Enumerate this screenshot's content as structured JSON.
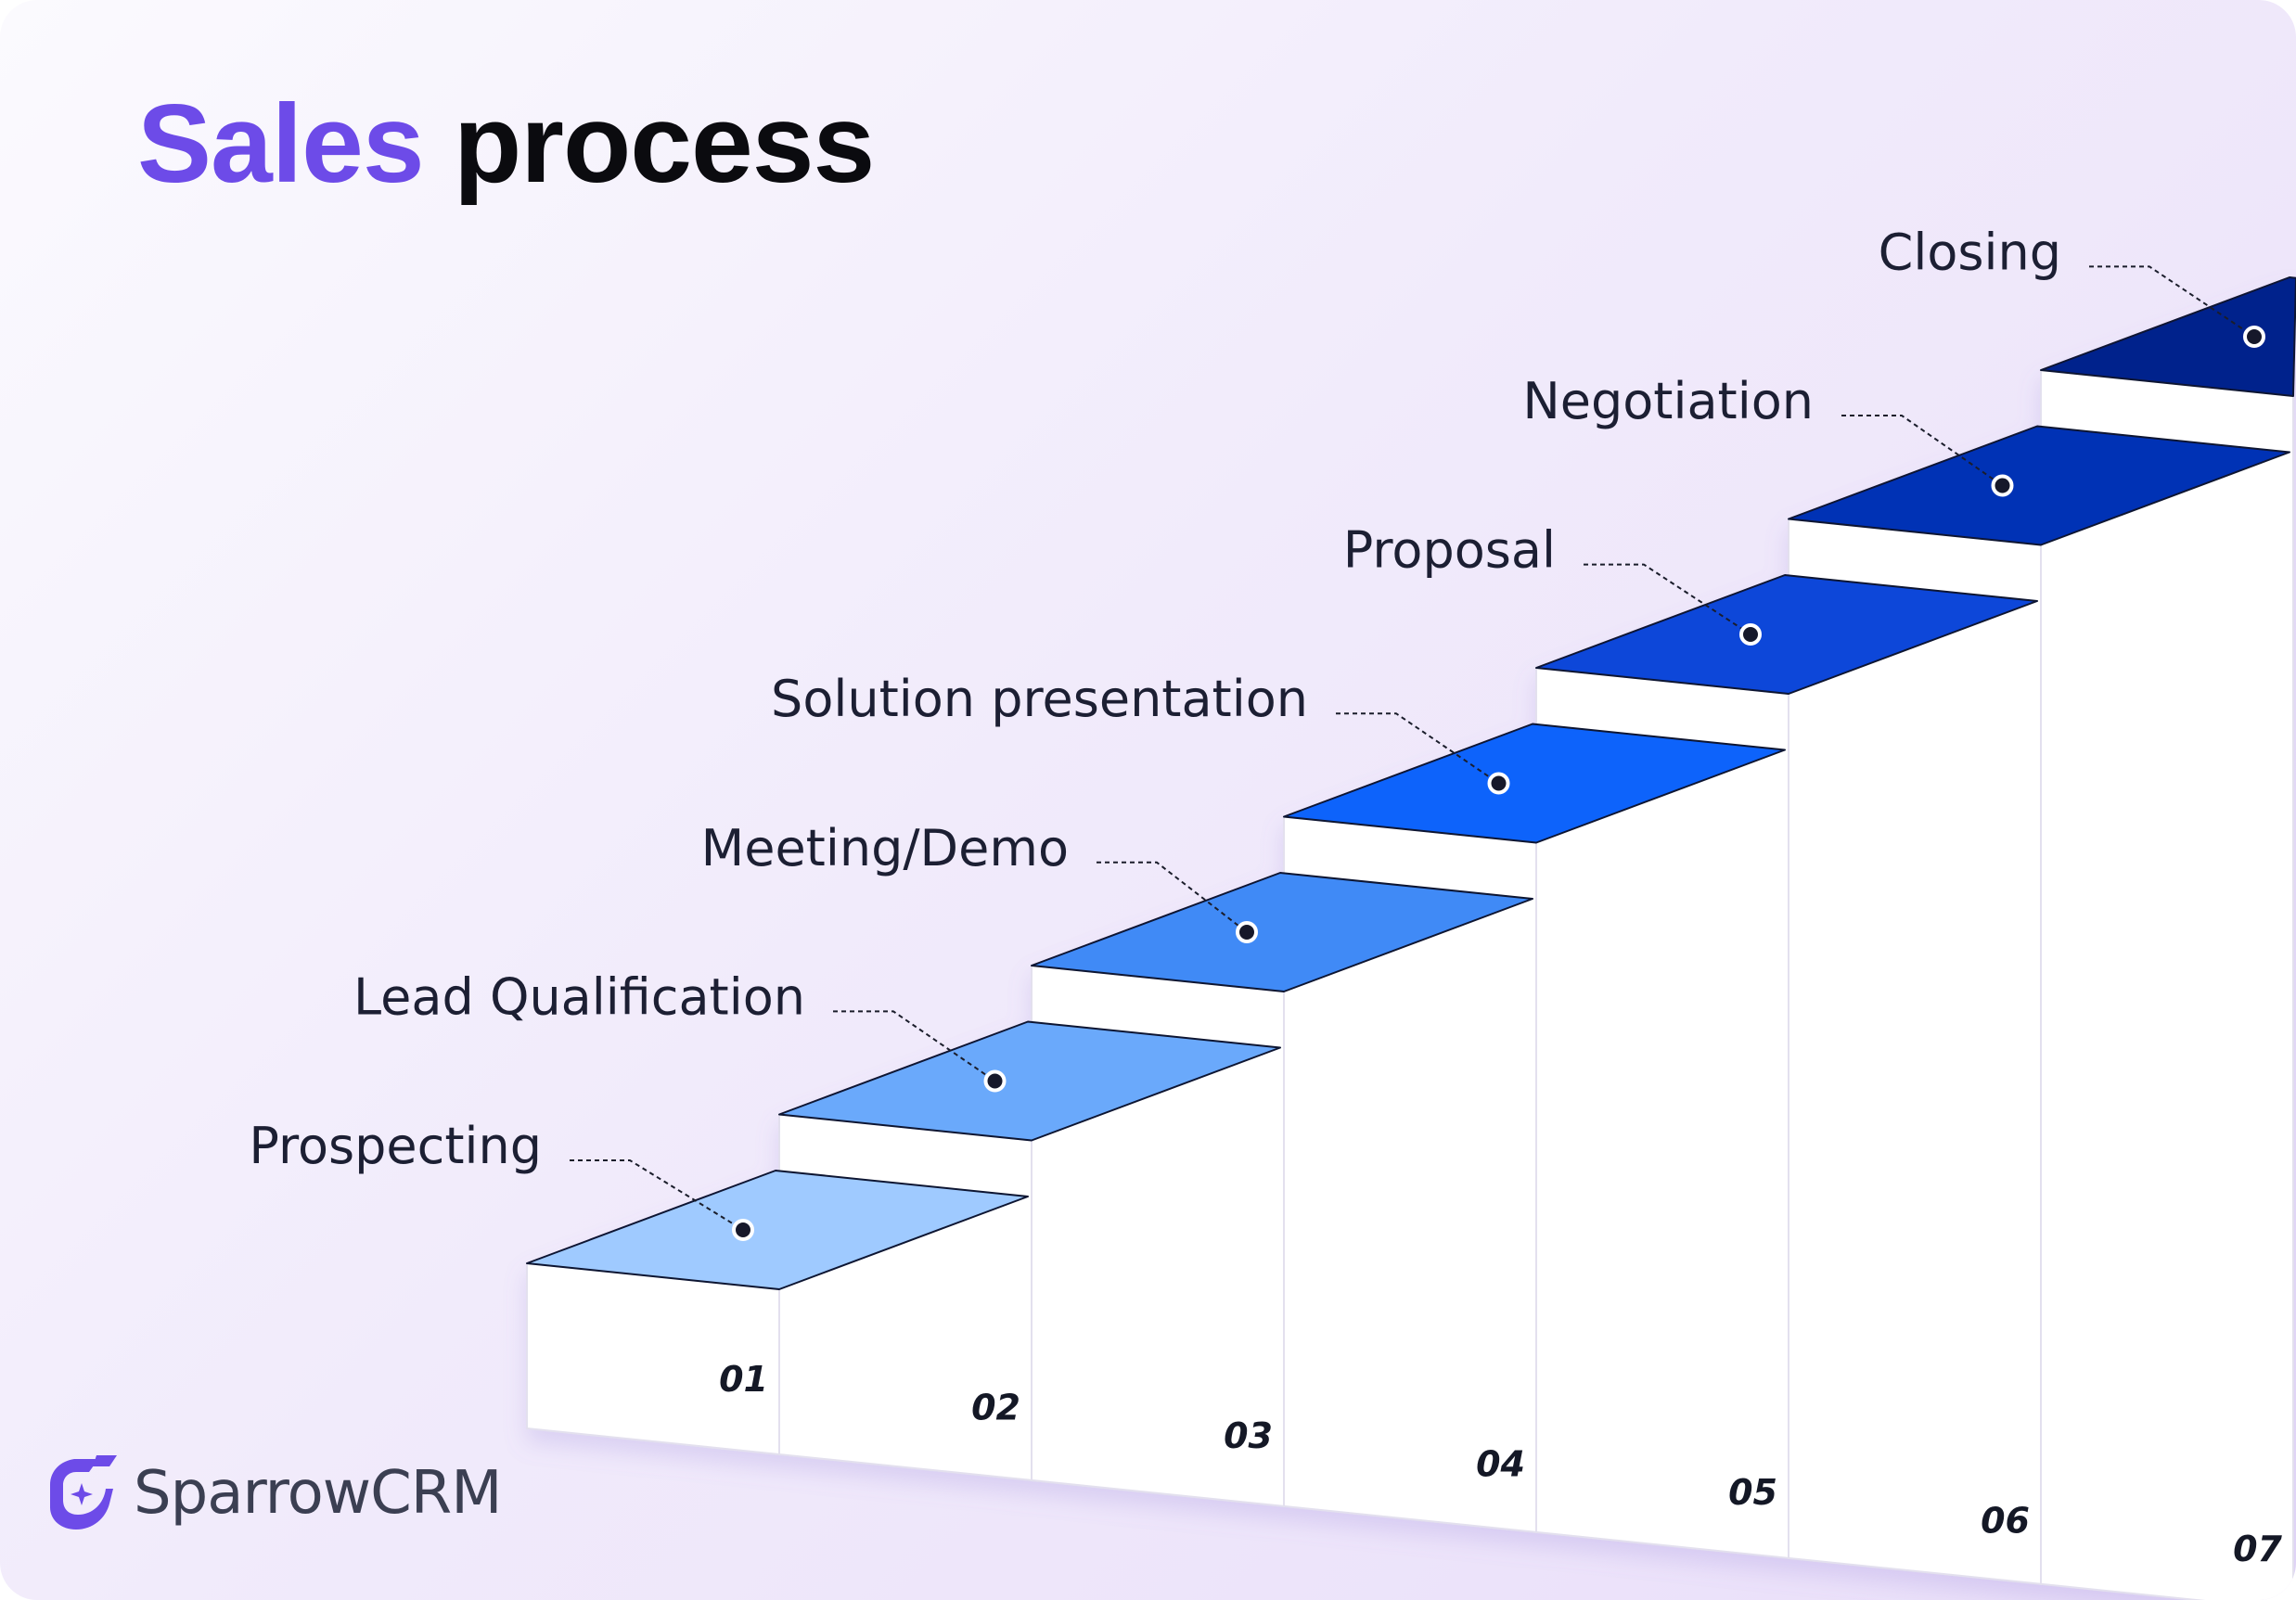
{
  "title": {
    "accent": "Sales",
    "main": "process",
    "accent_color": "#6d4be8"
  },
  "steps": [
    {
      "number": "01",
      "label": "Prospecting",
      "color": "#9fcaff"
    },
    {
      "number": "02",
      "label": "Lead Qualification",
      "color": "#6aa9fb"
    },
    {
      "number": "03",
      "label": "Meeting/Demo",
      "color": "#3f8af6"
    },
    {
      "number": "04",
      "label": "Solution presentation",
      "color": "#0d64fb"
    },
    {
      "number": "05",
      "label": "Proposal",
      "color": "#0746d9"
    },
    {
      "number": "06",
      "label": "Negotiation",
      "color": "#0531b5"
    },
    {
      "number": "07",
      "label": "Closing",
      "color": "#06218c"
    }
  ],
  "brand": {
    "name": "SparrowCRM",
    "logo_icon": "sparrow-logo-icon",
    "logo_color": "#6d4be8"
  }
}
